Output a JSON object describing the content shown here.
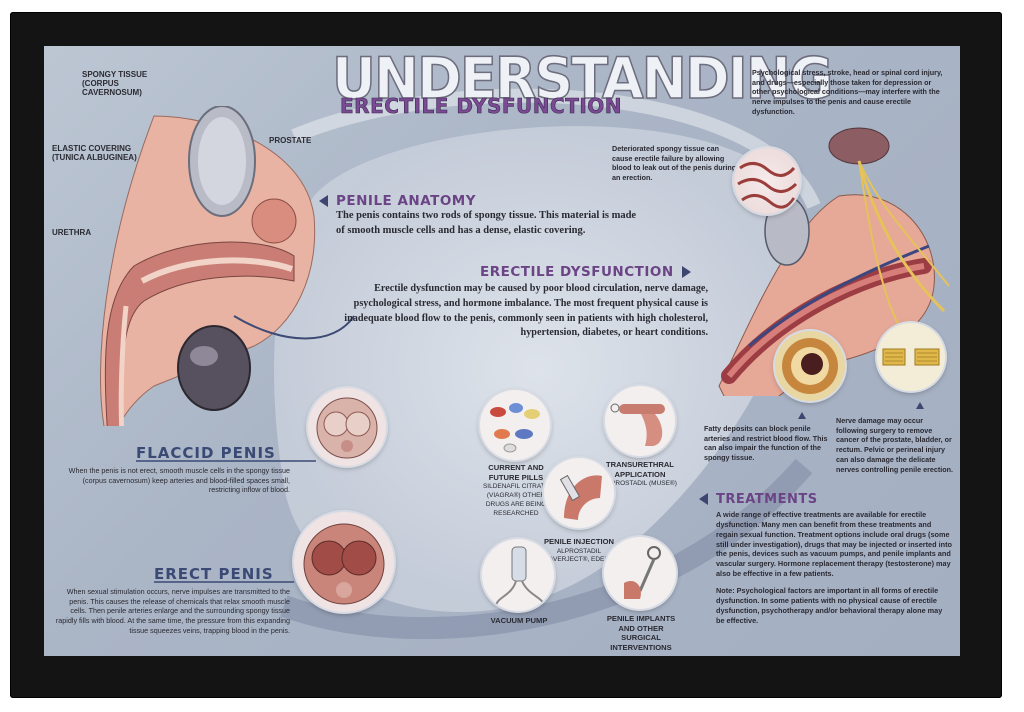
{
  "title": {
    "main": "UNDERSTANDING",
    "sub": "ERECTILE DYSFUNCTION"
  },
  "anatomy_labels": {
    "spongy": "SPONGY TISSUE (CORPUS CAVERNOSUM)",
    "elastic": "ELASTIC COVERING (TUNICA ALBUGINEA)",
    "urethra": "URETHRA",
    "prostate": "PROSTATE"
  },
  "penile_anatomy": {
    "heading": "PENILE ANATOMY",
    "text": "The penis contains two rods of spongy tissue. This material is made of smooth muscle cells and has a dense, elastic covering."
  },
  "ed": {
    "heading": "ERECTILE DYSFUNCTION",
    "text": "Erectile dysfunction may be caused by poor blood circulation, nerve damage, psychological stress, and hormone imbalance. The most frequent physical cause is inadequate blood flow to the penis, commonly seen in patients with high cholesterol, hypertension, diabetes, or heart conditions."
  },
  "psych_note": "Psychological stress, stroke, head or spinal cord injury, and drugs—especially those taken for depression or other psychological conditions—may interfere with the nerve impulses to the penis and cause erectile dysfunction.",
  "deteriorated_note": "Deteriorated spongy tissue can cause erectile failure by allowing blood to leak out of the penis during an erection.",
  "fatty_note": "Fatty deposits can block penile arteries and restrict blood flow. This can also impair the function of the spongy tissue.",
  "nerve_note": "Nerve damage may occur following surgery to remove cancer of the prostate, bladder, or rectum. Pelvic or perineal injury can also damage the delicate nerves controlling penile erection.",
  "flaccid": {
    "heading": "FLACCID PENIS",
    "text": "When the penis is not erect, smooth muscle cells in the spongy tissue (corpus cavernosum) keep arteries and blood-filled spaces small, restricting inflow of blood."
  },
  "erect": {
    "heading": "ERECT PENIS",
    "text": "When sexual stimulation occurs, nerve impulses are transmitted to the penis. This causes the release of chemicals that relax smooth muscle cells. Then penile arteries enlarge and the surrounding spongy tissue rapidly fills with blood. At the same time, the pressure from this expanding tissue squeezes veins, trapping blood in the penis."
  },
  "treatment_items": {
    "pills": {
      "title": "CURRENT AND FUTURE PILLS",
      "detail": "SILDENAFIL CITRATE (VIAGRA®) OTHER DRUGS ARE BEING RESEARCHED"
    },
    "transurethral": {
      "title": "TRANSURETHRAL APPLICATION",
      "detail": "ALPROSTADIL (MUSE®)"
    },
    "injection": {
      "title": "PENILE INJECTION",
      "detail": "ALPROSTADIL (CAVERJECT®, EDEX®)"
    },
    "vacuum": {
      "title": "VACUUM PUMP"
    },
    "implants": {
      "title": "PENILE IMPLANTS AND OTHER SURGICAL INTERVENTIONS"
    }
  },
  "treatments": {
    "heading": "TREATMENTS",
    "text": "A wide range of effective treatments are available for erectile dysfunction. Many men can benefit from these treatments and regain sexual function. Treatment options include oral drugs (some still under investigation), drugs that may be injected or inserted into the penis, devices such as vacuum pumps, and penile implants and vascular surgery. Hormone replacement therapy (testosterone) may also be effective in a few patients.",
    "note": "Note: Psychological factors are important in all forms of erectile dysfunction. In some patients with no physical cause of erectile dysfunction, psychotherapy and/or behavioral therapy alone may be effective."
  },
  "colors": {
    "frame": "#141414",
    "poster_bg": "#b0bbcb",
    "heading_purple": "#6b4486",
    "heading_blue": "#3a4a75",
    "tissue_pink": "#e8a99a"
  }
}
